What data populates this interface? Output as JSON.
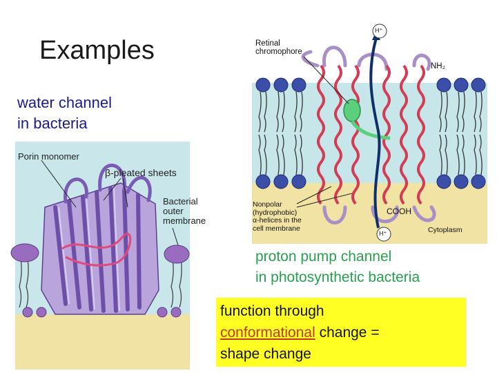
{
  "slide": {
    "title": "Examples",
    "water_caption_line1": "water channel",
    "water_caption_line2": "in bacteria",
    "proton_caption_line1": "proton pump channel",
    "proton_caption_line2": "in photosynthetic bacteria",
    "function_line1": "function through",
    "function_conformational": "conformational",
    "function_line2_rest": " change =",
    "function_line3": "shape change"
  },
  "porin_figure": {
    "porin_monomer": "Porin monomer",
    "beta_sheets": "β-pleated sheets",
    "outer_membrane_1": "Bacterial",
    "outer_membrane_2": "outer",
    "outer_membrane_3": "membrane"
  },
  "pump_figure": {
    "h_plus_top": "H⁺",
    "retinal_1": "Retinal",
    "retinal_2": "chromophore",
    "nh2": "NH₂",
    "nonpolar_1": "Nonpolar",
    "nonpolar_2": "(hydrophobic)",
    "nonpolar_3": "α-helices in the",
    "nonpolar_4": "cell membrane",
    "cooh": "COOH",
    "h_plus_bottom": "H⁺",
    "cytoplasm": "Cytoplasm"
  },
  "colors": {
    "membrane_head": "#3c4fa8",
    "helix": "#d23c55",
    "beta_strand": "#8a6fc1",
    "cytoplasm": "#f1e3a3",
    "exterior": "#c6e6ea",
    "highlight_box": "#ffff24"
  }
}
